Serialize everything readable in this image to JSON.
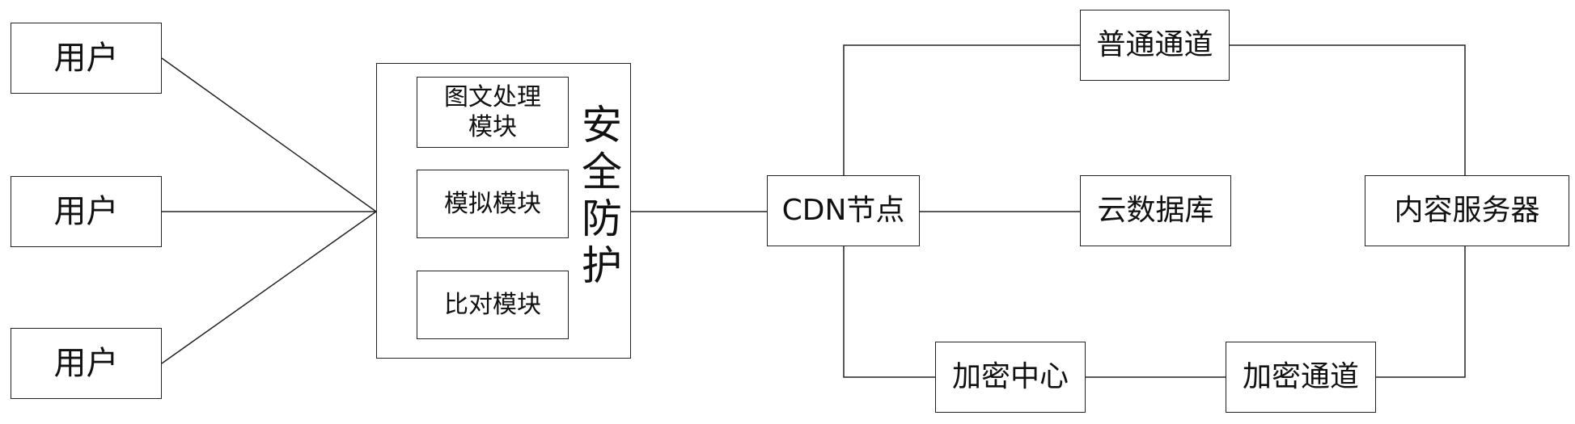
{
  "users": [
    {
      "label": "用户"
    },
    {
      "label": "用户"
    },
    {
      "label": "用户"
    }
  ],
  "security": {
    "title": "安全防护",
    "modules": [
      {
        "label": "图文处理模块"
      },
      {
        "label": "模拟模块"
      },
      {
        "label": "比对模块"
      }
    ]
  },
  "cdn": {
    "label": "CDN节点"
  },
  "normal_channel": {
    "label": "普通通道"
  },
  "cloud_db": {
    "label": "云数据库"
  },
  "content_server": {
    "label": "内容服务器"
  },
  "encryption_center": {
    "label": "加密中心"
  },
  "encrypted_channel": {
    "label": "加密通道"
  }
}
